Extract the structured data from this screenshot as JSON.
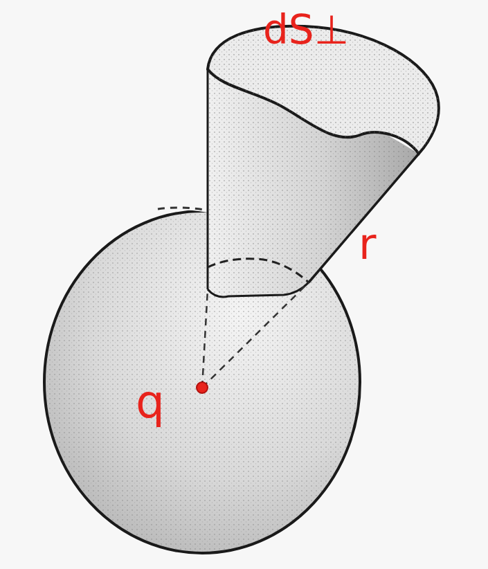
{
  "diagram": {
    "labels": [
      "dS⊥",
      "r",
      "q"
    ]
  }
}
